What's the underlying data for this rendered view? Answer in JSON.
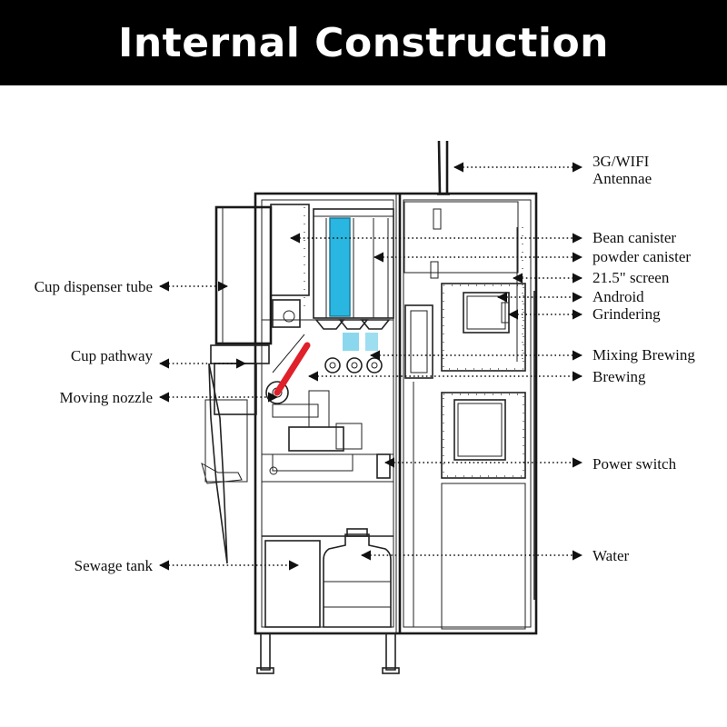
{
  "title": "Internal Construction",
  "labels": {
    "antenna": [
      "3G/WIFI",
      "Antennae"
    ],
    "bean_canister": "Bean canister",
    "powder_canister": "powder canister",
    "screen": "21.5\" screen",
    "android": "Android",
    "grindering": "Grindering",
    "mixing_brewing": "Mixing Brewing",
    "brewing": "Brewing",
    "power_switch": "Power switch",
    "water": "Water",
    "cup_dispenser_tube": "Cup dispenser tube",
    "cup_pathway": "Cup pathway",
    "moving_nozzle": "Moving nozzle",
    "sewage_tank": "Sewage tank"
  },
  "colors": {
    "banner_bg": "#000000",
    "banner_text": "#ffffff",
    "canister_highlight": "#29b6e0",
    "nozzle_highlight": "#e0202a"
  }
}
